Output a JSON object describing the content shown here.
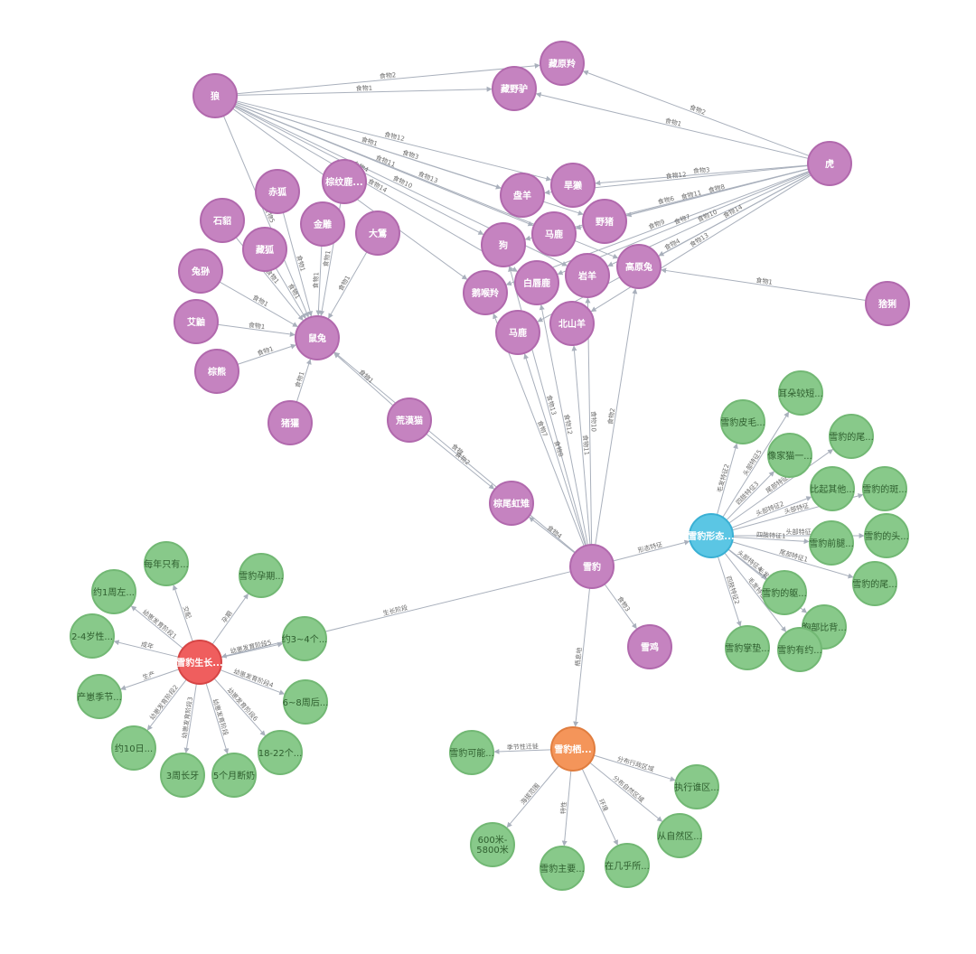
{
  "colors": {
    "animal": "#c583c0",
    "animal_stroke": "#b169ad",
    "attribute": "#88c98a",
    "attribute_stroke": "#72b874",
    "morph_hub": "#5bc6e4",
    "morph_hub_stroke": "#3ab0d4",
    "growth_hub": "#ef5e5e",
    "growth_hub_stroke": "#d64545",
    "habitat_hub": "#f4955a",
    "habitat_hub_stroke": "#e07d3f",
    "edge": "#a9b0bc"
  },
  "nodes": [
    {
      "id": "lang",
      "label": "狼",
      "type": "animal"
    },
    {
      "id": "hu",
      "label": "虎",
      "type": "animal"
    },
    {
      "id": "zangyuanling",
      "label": "藏原羚",
      "type": "animal"
    },
    {
      "id": "zangyelv",
      "label": "藏野驴",
      "type": "animal"
    },
    {
      "id": "panyang",
      "label": "盘羊",
      "type": "animal"
    },
    {
      "id": "hanta",
      "label": "旱獭",
      "type": "animal"
    },
    {
      "id": "yezhu",
      "label": "野猪",
      "type": "animal"
    },
    {
      "id": "malu",
      "label": "马鹿",
      "type": "animal"
    },
    {
      "id": "gou",
      "label": "狗",
      "type": "animal"
    },
    {
      "id": "baichunlu",
      "label": "白唇鹿",
      "type": "animal"
    },
    {
      "id": "yanyang",
      "label": "岩羊",
      "type": "animal"
    },
    {
      "id": "gaoyuantu",
      "label": "高原兔",
      "type": "animal"
    },
    {
      "id": "ehouling",
      "label": "鹅喉羚",
      "type": "animal"
    },
    {
      "id": "ma",
      "label": "马鹿",
      "type": "animal"
    },
    {
      "id": "beishanyang",
      "label": "北山羊",
      "type": "animal"
    },
    {
      "id": "shehu",
      "label": "猞猁",
      "type": "animal"
    },
    {
      "id": "chihu",
      "label": "赤狐",
      "type": "animal"
    },
    {
      "id": "zongwen",
      "label": "棕纹鹿...",
      "type": "animal"
    },
    {
      "id": "jindiao",
      "label": "金雕",
      "type": "animal"
    },
    {
      "id": "dadiao",
      "label": "大鵟",
      "type": "animal"
    },
    {
      "id": "shiling",
      "label": "石貂",
      "type": "animal"
    },
    {
      "id": "zanghu",
      "label": "藏狐",
      "type": "animal"
    },
    {
      "id": "tusun",
      "label": "兔狲",
      "type": "animal"
    },
    {
      "id": "aiyou",
      "label": "艾鼬",
      "type": "animal"
    },
    {
      "id": "zongxiong",
      "label": "棕熊",
      "type": "animal"
    },
    {
      "id": "shutu",
      "label": "鼠兔",
      "type": "animal"
    },
    {
      "id": "zhuli",
      "label": "猪獾",
      "type": "animal"
    },
    {
      "id": "huangmomao",
      "label": "荒漠猫",
      "type": "animal"
    },
    {
      "id": "zongweihong",
      "label": "棕尾虹雉",
      "type": "animal"
    },
    {
      "id": "xuebao",
      "label": "雪豹",
      "type": "animal"
    },
    {
      "id": "xueji",
      "label": "雪鸡",
      "type": "animal"
    },
    {
      "id": "morph",
      "label": "雪豹形态...",
      "type": "morph_hub"
    },
    {
      "id": "growth",
      "label": "雪豹生长...",
      "type": "growth_hub"
    },
    {
      "id": "habitat",
      "label": "雪豹栖...",
      "type": "habitat_hub"
    },
    {
      "id": "m1",
      "label": "雪豹皮毛...",
      "type": "attribute"
    },
    {
      "id": "m2",
      "label": "耳朵较短...",
      "type": "attribute"
    },
    {
      "id": "m3",
      "label": "雪豹的尾...",
      "type": "attribute"
    },
    {
      "id": "m4",
      "label": "像家猫一...",
      "type": "attribute"
    },
    {
      "id": "m5",
      "label": "比起其他...",
      "type": "attribute"
    },
    {
      "id": "m6",
      "label": "雪豹的斑...",
      "type": "attribute"
    },
    {
      "id": "m7",
      "label": "雪豹前腿...",
      "type": "attribute"
    },
    {
      "id": "m8",
      "label": "雪豹的头...",
      "type": "attribute"
    },
    {
      "id": "m9",
      "label": "雪豹的尾...",
      "type": "attribute"
    },
    {
      "id": "m10",
      "label": "雪豹的躯...",
      "type": "attribute"
    },
    {
      "id": "m11",
      "label": "胸部比背...",
      "type": "attribute"
    },
    {
      "id": "m12",
      "label": "雪豹掌垫...",
      "type": "attribute"
    },
    {
      "id": "m13",
      "label": "雪豹有约...",
      "type": "attribute"
    },
    {
      "id": "g1",
      "label": "每年只有...",
      "type": "attribute"
    },
    {
      "id": "g2",
      "label": "雪豹孕期...",
      "type": "attribute"
    },
    {
      "id": "g3",
      "label": "约1周左...",
      "type": "attribute"
    },
    {
      "id": "g4",
      "label": "约3~4个...",
      "type": "attribute"
    },
    {
      "id": "g5",
      "label": "2-4岁性...",
      "type": "attribute"
    },
    {
      "id": "g6",
      "label": "产崽季节...",
      "type": "attribute"
    },
    {
      "id": "g7",
      "label": "6~8周后...",
      "type": "attribute"
    },
    {
      "id": "g8",
      "label": "约10日...",
      "type": "attribute"
    },
    {
      "id": "g9",
      "label": "18-22个...",
      "type": "attribute"
    },
    {
      "id": "g10",
      "label": "3周长牙",
      "type": "attribute"
    },
    {
      "id": "g11",
      "label": "5个月断奶",
      "type": "attribute"
    },
    {
      "id": "h1",
      "label": "雪豹可能...",
      "type": "attribute"
    },
    {
      "id": "h2",
      "label": "执行谁区...",
      "type": "attribute"
    },
    {
      "id": "h3",
      "label": "从自然区...",
      "type": "attribute"
    },
    {
      "id": "h4",
      "label": "600米-5800米",
      "type": "attribute"
    },
    {
      "id": "h5",
      "label": "雪豹主要...",
      "type": "attribute"
    },
    {
      "id": "h6",
      "label": "在几乎所...",
      "type": "attribute"
    }
  ],
  "edges": [
    {
      "from": "lang",
      "to": "zangyuanling",
      "label": "食物2"
    },
    {
      "from": "lang",
      "to": "zangyelv",
      "label": "食物1"
    },
    {
      "from": "lang",
      "to": "panyang",
      "label": "食物1"
    },
    {
      "from": "lang",
      "to": "hanta",
      "label": "食物12"
    },
    {
      "from": "lang",
      "to": "yezhu",
      "label": "食物3"
    },
    {
      "from": "lang",
      "to": "malu",
      "label": "食物11"
    },
    {
      "from": "lang",
      "to": "gou",
      "label": "食物4"
    },
    {
      "from": "lang",
      "to": "baichunlu",
      "label": "食物14"
    },
    {
      "from": "lang",
      "to": "yanyang",
      "label": "食物10"
    },
    {
      "from": "lang",
      "to": "gaoyuantu",
      "label": "食物13"
    },
    {
      "from": "lang",
      "to": "ehouling",
      "label": "食物5"
    },
    {
      "from": "lang",
      "to": "shutu",
      "label": "食物5"
    },
    {
      "from": "hu",
      "label": "食物2",
      "to": "zangyuanling"
    },
    {
      "from": "hu",
      "label": "食物1",
      "to": "zangyelv"
    },
    {
      "from": "hu",
      "label": "食物12",
      "to": "panyang"
    },
    {
      "from": "hu",
      "label": "食物3",
      "to": "hanta"
    },
    {
      "from": "hu",
      "label": "食物8",
      "to": "yezhu"
    },
    {
      "from": "hu",
      "label": "食物11",
      "to": "malu"
    },
    {
      "from": "hu",
      "label": "食物6",
      "to": "gou"
    },
    {
      "from": "hu",
      "label": "食物7",
      "to": "baichunlu"
    },
    {
      "from": "hu",
      "label": "食物10",
      "to": "yanyang"
    },
    {
      "from": "hu",
      "label": "食物14",
      "to": "gaoyuantu"
    },
    {
      "from": "hu",
      "label": "食物9",
      "to": "ehouling"
    },
    {
      "from": "hu",
      "label": "食物4",
      "to": "ma"
    },
    {
      "from": "hu",
      "label": "食物13",
      "to": "beishanyang"
    },
    {
      "from": "shehu",
      "to": "gaoyuantu",
      "label": "食物1"
    },
    {
      "from": "chihu",
      "to": "shutu",
      "label": "食物1"
    },
    {
      "from": "zongwen",
      "to": "shutu",
      "label": "食物1"
    },
    {
      "from": "jindiao",
      "to": "shutu",
      "label": "食物1"
    },
    {
      "from": "dadiao",
      "to": "shutu",
      "label": "食物1"
    },
    {
      "from": "shiling",
      "to": "shutu",
      "label": "食物1"
    },
    {
      "from": "zanghu",
      "to": "shutu",
      "label": "食物1"
    },
    {
      "from": "tusun",
      "to": "shutu",
      "label": "食物1"
    },
    {
      "from": "aiyou",
      "to": "shutu",
      "label": "食物1"
    },
    {
      "from": "zongxiong",
      "to": "shutu",
      "label": "食物1"
    },
    {
      "from": "zhuli",
      "to": "shutu",
      "label": "食物1"
    },
    {
      "from": "huangmomao",
      "to": "shutu",
      "label": "食物1"
    },
    {
      "from": "huangmomao",
      "to": "zongweihong",
      "label": "食物2"
    },
    {
      "from": "xuebao",
      "to": "zongweihong",
      "label": "食物4"
    },
    {
      "from": "xuebao",
      "to": "shutu",
      "label": "食物"
    },
    {
      "from": "xuebao",
      "to": "ehouling",
      "label": "食物7"
    },
    {
      "from": "xuebao",
      "to": "ma",
      "label": "食物8"
    },
    {
      "from": "xuebao",
      "to": "baichunlu",
      "label": "食物12"
    },
    {
      "from": "xuebao",
      "to": "beishanyang",
      "label": "食物11"
    },
    {
      "from": "xuebao",
      "to": "yanyang",
      "label": "食物10"
    },
    {
      "from": "xuebao",
      "to": "gaoyuantu",
      "label": "食物2"
    },
    {
      "from": "xuebao",
      "to": "gou",
      "label": "食物13"
    },
    {
      "from": "xuebao",
      "to": "xueji",
      "label": "食物3"
    },
    {
      "from": "xuebao",
      "to": "morph",
      "label": "形态特征"
    },
    {
      "from": "xuebao",
      "to": "growth",
      "label": "生长阶段"
    },
    {
      "from": "xuebao",
      "to": "habitat",
      "label": "栖息地"
    },
    {
      "from": "morph",
      "to": "m1",
      "label": "毛发特征2"
    },
    {
      "from": "morph",
      "to": "m2",
      "label": "头部特征5"
    },
    {
      "from": "morph",
      "to": "m3",
      "label": "尾部特征2"
    },
    {
      "from": "morph",
      "to": "m4",
      "label": "四肢特征3"
    },
    {
      "from": "morph",
      "to": "m5",
      "label": "头部特征2"
    },
    {
      "from": "morph",
      "to": "m6",
      "label": "头部特征"
    },
    {
      "from": "morph",
      "to": "m7",
      "label": "四肢特征1"
    },
    {
      "from": "morph",
      "to": "m8",
      "label": "头部特征"
    },
    {
      "from": "morph",
      "to": "m9",
      "label": "尾部特征1"
    },
    {
      "from": "morph",
      "to": "m10",
      "label": "头部特征4"
    },
    {
      "from": "morph",
      "to": "m11",
      "label": "毛发特征1"
    },
    {
      "from": "morph",
      "to": "m12",
      "label": "四肢特征2"
    },
    {
      "from": "morph",
      "to": "m13",
      "label": "毛发特征3"
    },
    {
      "from": "growth",
      "to": "g1",
      "label": "交配"
    },
    {
      "from": "growth",
      "to": "g2",
      "label": "孕期"
    },
    {
      "from": "growth",
      "to": "g3",
      "label": "幼崽发育阶段1"
    },
    {
      "from": "growth",
      "to": "g4",
      "label": "幼崽发育阶段5"
    },
    {
      "from": "growth",
      "to": "g5",
      "label": "成年"
    },
    {
      "from": "growth",
      "to": "g6",
      "label": "生产"
    },
    {
      "from": "growth",
      "to": "g7",
      "label": "幼崽发育阶段4"
    },
    {
      "from": "growth",
      "to": "g8",
      "label": "幼崽发育阶段2"
    },
    {
      "from": "growth",
      "to": "g9",
      "label": "幼崽发育阶段6"
    },
    {
      "from": "growth",
      "to": "g10",
      "label": "幼崽发育阶段3"
    },
    {
      "from": "growth",
      "to": "g11",
      "label": "幼崽发育阶段"
    },
    {
      "from": "habitat",
      "to": "h1",
      "label": "季节性迁徙"
    },
    {
      "from": "habitat",
      "to": "h2",
      "label": "分布行政区域"
    },
    {
      "from": "habitat",
      "to": "h3",
      "label": "分布自然区域"
    },
    {
      "from": "habitat",
      "to": "h4",
      "label": "海拔范围"
    },
    {
      "from": "habitat",
      "to": "h5",
      "label": "特性"
    },
    {
      "from": "habitat",
      "to": "h6",
      "label": "环境"
    }
  ]
}
